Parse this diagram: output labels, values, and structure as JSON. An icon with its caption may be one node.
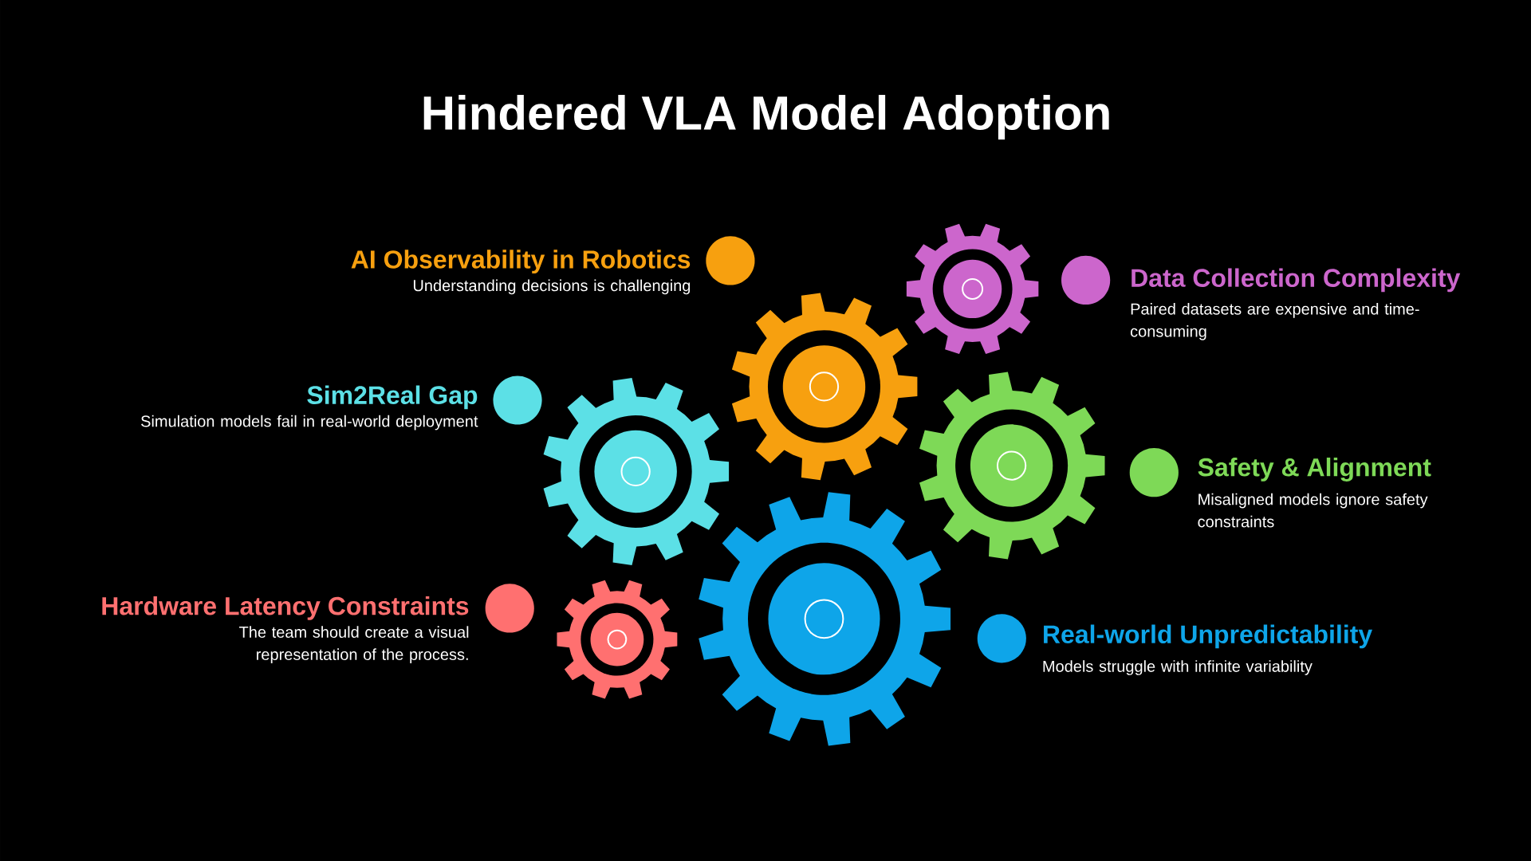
{
  "diagram": {
    "title": "Hindered VLA Model Adoption",
    "nodes": [
      {
        "text": [
          "AI Observability in Robotics",
          "Understanding decisions is challenging"
        ]
      },
      {
        "text": [
          "Data Collection Complexity",
          "Paired datasets are expensive and time-consuming"
        ]
      },
      {
        "text": [
          "Sim2Real Gap",
          "Simulation models fail in real-world deployment"
        ]
      },
      {
        "text": [
          "Safety & Alignment",
          "Misaligned models ignore safety constraints"
        ]
      },
      {
        "text": [
          "Hardware Latency Constraints",
          "The team should create a visual representation of the process."
        ]
      },
      {
        "text": [
          "Real-world Unpredictability",
          "Models struggle with infinite variability"
        ]
      }
    ]
  }
}
